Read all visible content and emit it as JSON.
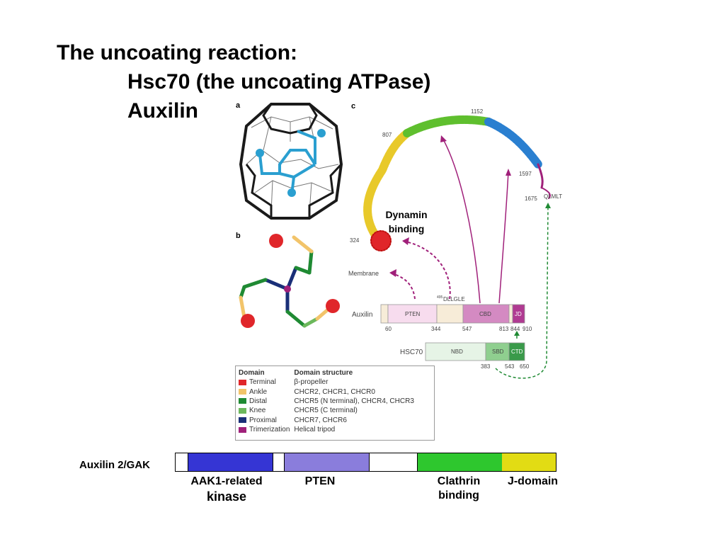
{
  "title": {
    "line1": "The uncoating reaction:",
    "line2": "Hsc70 (the uncoating ATPase)",
    "line3": "Auxilin"
  },
  "panels": {
    "a": "a",
    "b": "b",
    "c": "c"
  },
  "structure_labels": {
    "n1152": "1152",
    "n807": "807",
    "n1597": "1597",
    "n1675": "1675",
    "qlmlt": "QLMLT",
    "n324": "324",
    "dynamin_line1": "Dynamin",
    "dynamin_line2": "binding",
    "membrane": "Membrane",
    "dllgle_sup": "495",
    "dllgle": "DLLGLE"
  },
  "auxilin_bar": {
    "name": "Auxilin",
    "domains": [
      "PTEN",
      "CBD",
      "JD"
    ],
    "positions": [
      "60",
      "344",
      "547",
      "813",
      "844",
      "910"
    ]
  },
  "hsc70_bar": {
    "name": "HSC70",
    "domains": [
      "NBD",
      "SBD",
      "CTD"
    ],
    "positions": [
      "383",
      "543",
      "650"
    ]
  },
  "legend": {
    "header_domain": "Domain",
    "header_structure": "Domain structure",
    "rows": [
      {
        "domain": "Terminal",
        "structure": "β-propeller",
        "color": "#e0262a"
      },
      {
        "domain": "Ankle",
        "structure": "CHCR2, CHCR1, CHCR0",
        "color": "#f2c46a"
      },
      {
        "domain": "Distal",
        "structure": "CHCR5 (N terminal), CHCR4, CHCR3",
        "color": "#1f8a33"
      },
      {
        "domain": "Knee",
        "structure": "CHCR5 (C terminal)",
        "color": "#6cb85c"
      },
      {
        "domain": "Proximal",
        "structure": "CHCR7, CHCR6",
        "color": "#1a2f78"
      },
      {
        "domain": "Trimerization",
        "structure": "Helical tripod",
        "color": "#a0207a"
      }
    ]
  },
  "gak": {
    "name": "Auxilin 2/GAK",
    "colors": {
      "kinase": "#3535d4",
      "pten": "#8a7ddc",
      "clathrin": "#2ec72e",
      "jdomain": "#e2dc14"
    },
    "labels": {
      "kinase_line1": "AAK1-related",
      "kinase_line2": "kinase",
      "pten": "PTEN",
      "clathrin_line1": "Clathrin",
      "clathrin_line2": "binding",
      "jdomain": "J-domain"
    }
  }
}
